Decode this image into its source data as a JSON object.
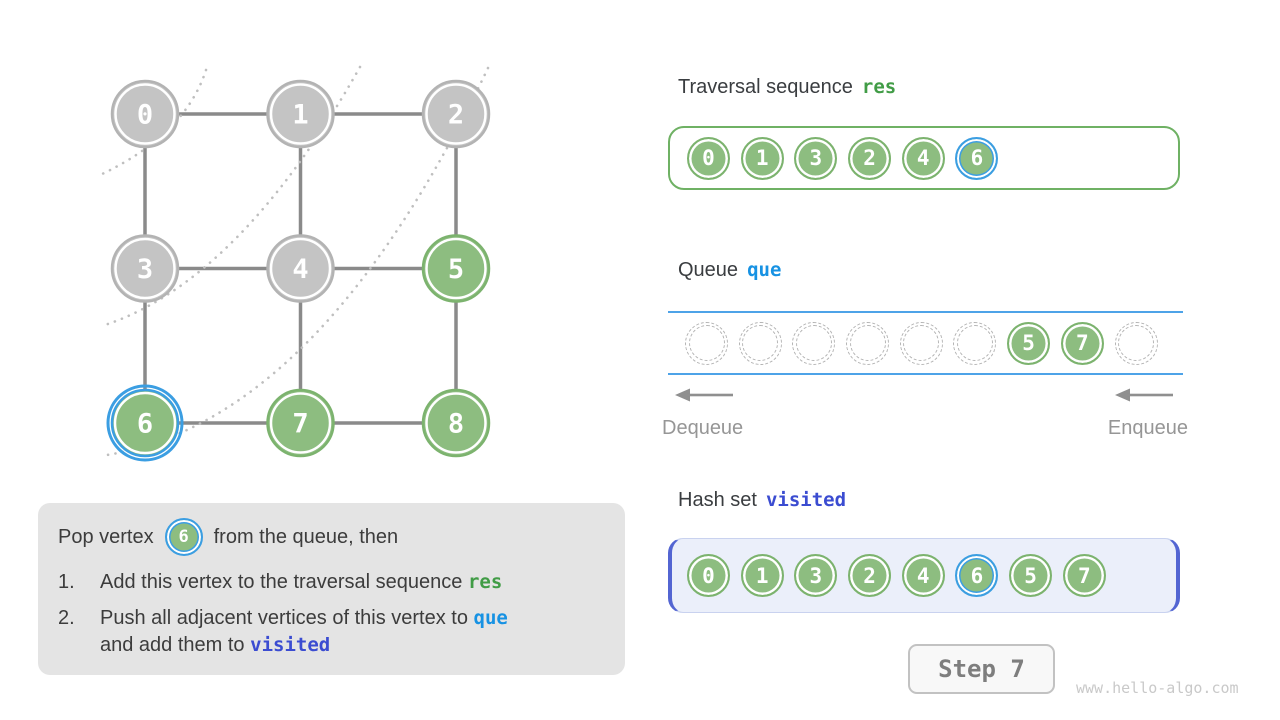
{
  "palette": {
    "green-fill": "#8DBD80",
    "green-border": "#7CB36E",
    "gray-fill": "#C4C4C4",
    "gray-border": "#B3B3B3",
    "hl-blue": "#3B9EE2",
    "edge": "#8A8A8A",
    "arc": "#BFBFBF",
    "header-text": "#3A3D40",
    "res-green": "#419C46",
    "que-blue": "#1792E3",
    "visited-indigo": "#3B4CD1",
    "visited-bg": "#EBEFFA",
    "visited-border": "#5365D2",
    "visited-thin": "#C9D2EF",
    "res-box-border": "#6FB164",
    "queue-line": "#4EA3E8",
    "muted": "#969696",
    "dash": "#B3B3B3",
    "exp-bg": "#E4E4E4",
    "exp-text": "#3C3C3C",
    "step-bg": "#F8F8F8",
    "step-border": "#C2C2C2",
    "step-text": "#7E7E7E",
    "watermark": "#C9C9C9"
  },
  "graph": {
    "vertices": [
      {
        "label": "0",
        "state": "gray"
      },
      {
        "label": "1",
        "state": "gray"
      },
      {
        "label": "2",
        "state": "gray"
      },
      {
        "label": "3",
        "state": "gray"
      },
      {
        "label": "4",
        "state": "gray"
      },
      {
        "label": "5",
        "state": "green"
      },
      {
        "label": "6",
        "state": "green",
        "highlighted": true
      },
      {
        "label": "7",
        "state": "green"
      },
      {
        "label": "8",
        "state": "green"
      }
    ],
    "edges": [
      [
        0,
        1
      ],
      [
        1,
        2
      ],
      [
        3,
        4
      ],
      [
        4,
        5
      ],
      [
        6,
        7
      ],
      [
        7,
        8
      ],
      [
        0,
        3
      ],
      [
        3,
        6
      ],
      [
        1,
        4
      ],
      [
        4,
        7
      ],
      [
        2,
        5
      ],
      [
        5,
        8
      ]
    ],
    "arcs": [
      "M 206 70 Q 185 135 100 175",
      "M 360 67 Q 240 280 105 325",
      "M 488 68 Q 320 420 107 455"
    ]
  },
  "traversal": {
    "title": "Traversal sequence",
    "var": "res",
    "cells": [
      {
        "label": "0"
      },
      {
        "label": "1"
      },
      {
        "label": "3"
      },
      {
        "label": "2"
      },
      {
        "label": "4"
      },
      {
        "label": "6",
        "highlighted": true
      }
    ]
  },
  "queue": {
    "title": "Queue",
    "var": "que",
    "slots": [
      {
        "label": ""
      },
      {
        "label": ""
      },
      {
        "label": ""
      },
      {
        "label": ""
      },
      {
        "label": ""
      },
      {
        "label": ""
      },
      {
        "label": "5"
      },
      {
        "label": "7"
      },
      {
        "label": ""
      }
    ],
    "dequeue": "Dequeue",
    "enqueue": "Enqueue"
  },
  "hashset": {
    "title": "Hash set",
    "var": "visited",
    "cells": [
      {
        "label": "0"
      },
      {
        "label": "1"
      },
      {
        "label": "3"
      },
      {
        "label": "2"
      },
      {
        "label": "4"
      },
      {
        "label": "6",
        "highlighted": true
      },
      {
        "label": "5"
      },
      {
        "label": "7"
      }
    ]
  },
  "explanation": {
    "line1_pre": "Pop vertex",
    "vertex": "6",
    "line1_post": "from the queue, then",
    "item1_num": "1.",
    "item1_text": "Add this vertex to the traversal sequence",
    "item1_code": "res",
    "item2_num": "2.",
    "item2_text": "Push all adjacent vertices of this vertex to",
    "item2_code": "que",
    "item2_text2": "and add them to",
    "item2_code2": "visited"
  },
  "footer": {
    "step": "Step 7",
    "watermark": "www.hello-algo.com"
  }
}
